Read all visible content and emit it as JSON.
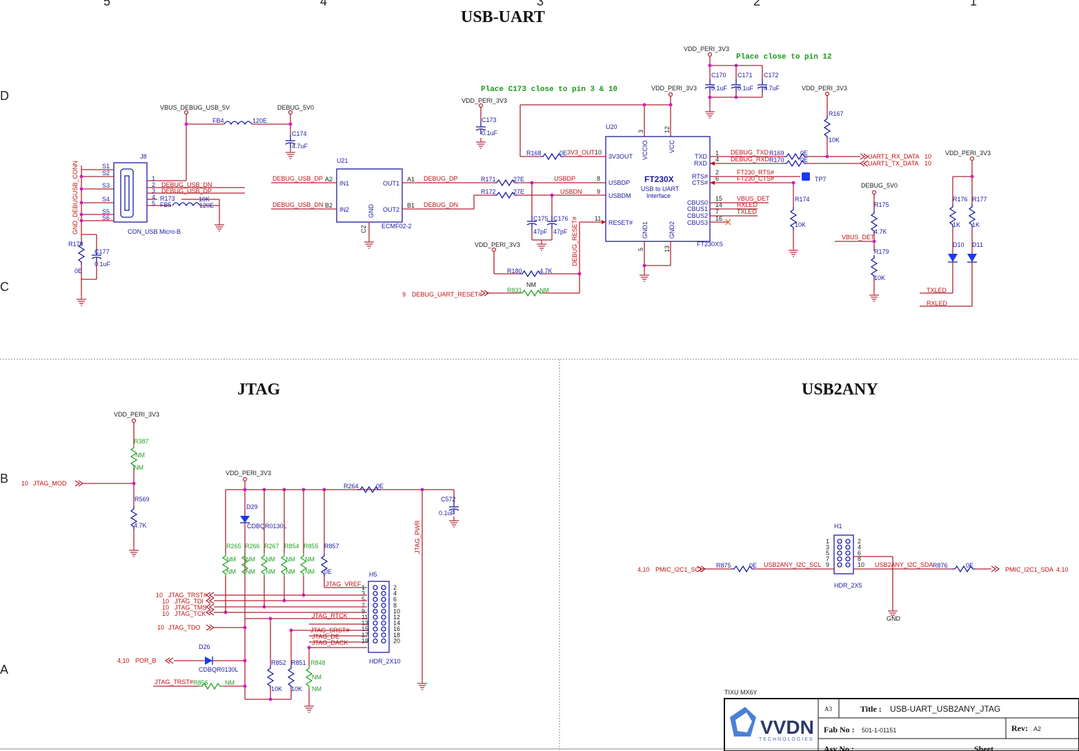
{
  "grid": {
    "cols": [
      "5",
      "4",
      "3",
      "2",
      "1"
    ],
    "rows": [
      "D",
      "C",
      "B",
      "A"
    ]
  },
  "sections": {
    "usb_uart": "USB-UART",
    "jtag": "JTAG",
    "usb2any": "USB2ANY"
  },
  "notes": {
    "c173": "Place C173 close to pin 3 & 10",
    "pin12": "Place close to pin 12"
  },
  "power": {
    "vdd": "VDD_PERI_3V3",
    "vbus": "VBUS_DEBUG_USB_5V",
    "debug5v": "DEBUG_5V0",
    "gnd": "GND"
  },
  "usb_uart": {
    "j8": {
      "ref": "J8",
      "name": "CON_USB Micro-B",
      "shield": [
        "S1",
        "S2",
        "S3",
        "S4",
        "S5",
        "S6"
      ],
      "pins": [
        "1",
        "2",
        "3",
        "4",
        "5"
      ],
      "side_label": "GND_DEBUGUSB_CONN"
    },
    "nets": {
      "dn": "DEBUG_USB_DN",
      "dp": "DEBUG_USB_DP",
      "debug_dp": "DEBUG_DP",
      "debug_dn": "DEBUG_DN",
      "usbdp": "USBDP",
      "usbdn": "USBDN",
      "v3out": "3V3_OUT",
      "reset": "DEBUG_RESET#",
      "uart_reset": "DEBUG_UART_RESET#",
      "txd": "DEBUG_TXD",
      "rxd": "DEBUG_RXD",
      "rts": "FT230_RTS#",
      "cts": "FT230_CTS#",
      "vbus_det": "VBUS_DET",
      "rxled": "RXLED",
      "txled": "TXLED",
      "uart_rx": "UART1_RX_DATA",
      "uart_tx": "UART1_TX_DATA",
      "usb_dp_in": "DEBUG_USB_DP",
      "usb_dn_in": "DEBUG_USB_DN",
      "vbus_det2": "VBUS_DET",
      "sheet9": "9",
      "sheet10": "10"
    },
    "u21": {
      "ref": "U21",
      "name": "ECMF02-2",
      "pins": [
        "IN1",
        "IN2",
        "OUT1",
        "OUT2",
        "GND"
      ],
      "pinnums": [
        "A2",
        "B2",
        "A1",
        "B1",
        "C2"
      ]
    },
    "u20": {
      "ref": "U20",
      "name": "FT230X",
      "desc1": "USB to UART",
      "desc2": "Interface",
      "part": "FT230XS",
      "left_pins": [
        "3V3OUT",
        "USBDP",
        "USBDM",
        "RESET#"
      ],
      "left_nums": [
        "10",
        "8",
        "9",
        "11"
      ],
      "top_pins": [
        "VCCIO",
        "VCC"
      ],
      "top_nums": [
        "3",
        "12"
      ],
      "bottom_pins": [
        "GND1",
        "GND2"
      ],
      "bottom_nums": [
        "5",
        "13"
      ],
      "right_pins": [
        "TXD",
        "RXD",
        "RTS#",
        "CTS#",
        "CBUS0",
        "CBUS1",
        "CBUS2",
        "CBUS3"
      ],
      "right_nums": [
        "1",
        "4",
        "2",
        "6",
        "15",
        "14",
        "7",
        "16"
      ]
    },
    "parts": {
      "fb4": "FB4",
      "fb4v": "120E",
      "fb5": "FB5",
      "fb5v": "120E",
      "r173": "R173",
      "r173v": "10K",
      "c174": "C174",
      "c174v": "4.7uF",
      "r178": "R178",
      "r178v": "0E",
      "c177": "C177",
      "c177v": "0.1uF",
      "c173": "C173",
      "c173v": "0.1uF",
      "r171": "R171",
      "r171v": "27E",
      "r172": "R172",
      "r172v": "27E",
      "c175": "C175",
      "c175v": "47pF",
      "c176": "C176",
      "c176v": "47pF",
      "r168": "R168",
      "r168v": "0E",
      "r180": "R180",
      "r180v": "4.7K",
      "r180nm": "NM",
      "r831": "R831",
      "r831v": "NM",
      "c170": "C170",
      "c170v": "0.1uF",
      "c171": "C171",
      "c171v": "0.1uF",
      "c172": "C172",
      "c172v": "4.7uF",
      "r167": "R167",
      "r167v": "10K",
      "r169": "R169",
      "r169v": "0E",
      "r170": "R170",
      "r170v": "0E",
      "tp7": "TP7",
      "r174": "R174",
      "r174v": "10K",
      "r175": "R175",
      "r175v": "4.7K",
      "r179": "R179",
      "r179v": "10K",
      "r176": "R176",
      "r176v": "1K",
      "r177": "R177",
      "r177v": "1K",
      "d10": "D10",
      "d11": "D11"
    }
  },
  "jtag": {
    "nets": {
      "mod": "JTAG_MOD",
      "trst": "JTAG_TRST#",
      "tdi": "JTAG_TDI",
      "tms": "JTAG_TMS",
      "tck": "JTAG_TCK",
      "tdo": "JTAG_TDO",
      "por": "POR_B",
      "vref": "JTAG_VREF",
      "rtck": "JTAG_RTCK",
      "srst": "JTAG_SRST#",
      "de": "JTAG_DE",
      "dack": "JTAG_DACK",
      "pwr": "JTAG_PWR",
      "trst2": "JTAG_TRST#",
      "s10": "10",
      "s410": "4,10"
    },
    "parts": {
      "r387": "R387",
      "r569": "R569",
      "r569v": "4.7K",
      "d29": "D29",
      "d29v": "CDBQR0130L",
      "d26": "D26",
      "d26v": "CDBQR0130L",
      "r265": "R265",
      "r266": "R266",
      "r267": "R267",
      "r854": "R854",
      "r855": "R855",
      "r857": "R857",
      "r857v": "0E",
      "r264": "R264",
      "r264v": "0E",
      "c572": "C572",
      "c572v": "0.1uF",
      "r852": "R852",
      "r851": "R851",
      "r848": "R848",
      "rv10k": "10K",
      "nm": "NM",
      "r856": "R856",
      "h5": "H5",
      "h5v": "HDR_2X10"
    },
    "h5_left": [
      "1",
      "3",
      "5",
      "7",
      "9",
      "11",
      "13",
      "15",
      "17",
      "19"
    ],
    "h5_right": [
      "2",
      "4",
      "6",
      "8",
      "10",
      "12",
      "14",
      "16",
      "18",
      "20"
    ]
  },
  "usb2any": {
    "h1": "H1",
    "h1v": "HDR_2X5",
    "h1_left": [
      "1",
      "3",
      "5",
      "7",
      "9"
    ],
    "h1_right": [
      "2",
      "4",
      "6",
      "8",
      "10"
    ],
    "r875": "R875",
    "r875v": "0E",
    "r876": "R876",
    "r876v": "0E",
    "scl": "PMIC_I2C1_SCL",
    "sda": "PMIC_I2C1_SDA",
    "u_scl": "USB2ANY_I2C_SCL",
    "u_sda": "USB2ANY_I2C_SDA",
    "s410": "4,10"
  },
  "titleblock": {
    "project": "TIXU MX6Y",
    "size": "A3",
    "title_lbl": "Title :",
    "title": "USB-UART_USB2ANY_JTAG",
    "fab_lbl": "Fab No :",
    "fab": "501-1-01151",
    "rev_lbl": "Rev:",
    "rev": "A2",
    "asy_lbl": "Asy No :",
    "sheet_lbl": "Sheet",
    "logo": "VVDN",
    "logo_sub": "TECHNOLOGIES"
  }
}
